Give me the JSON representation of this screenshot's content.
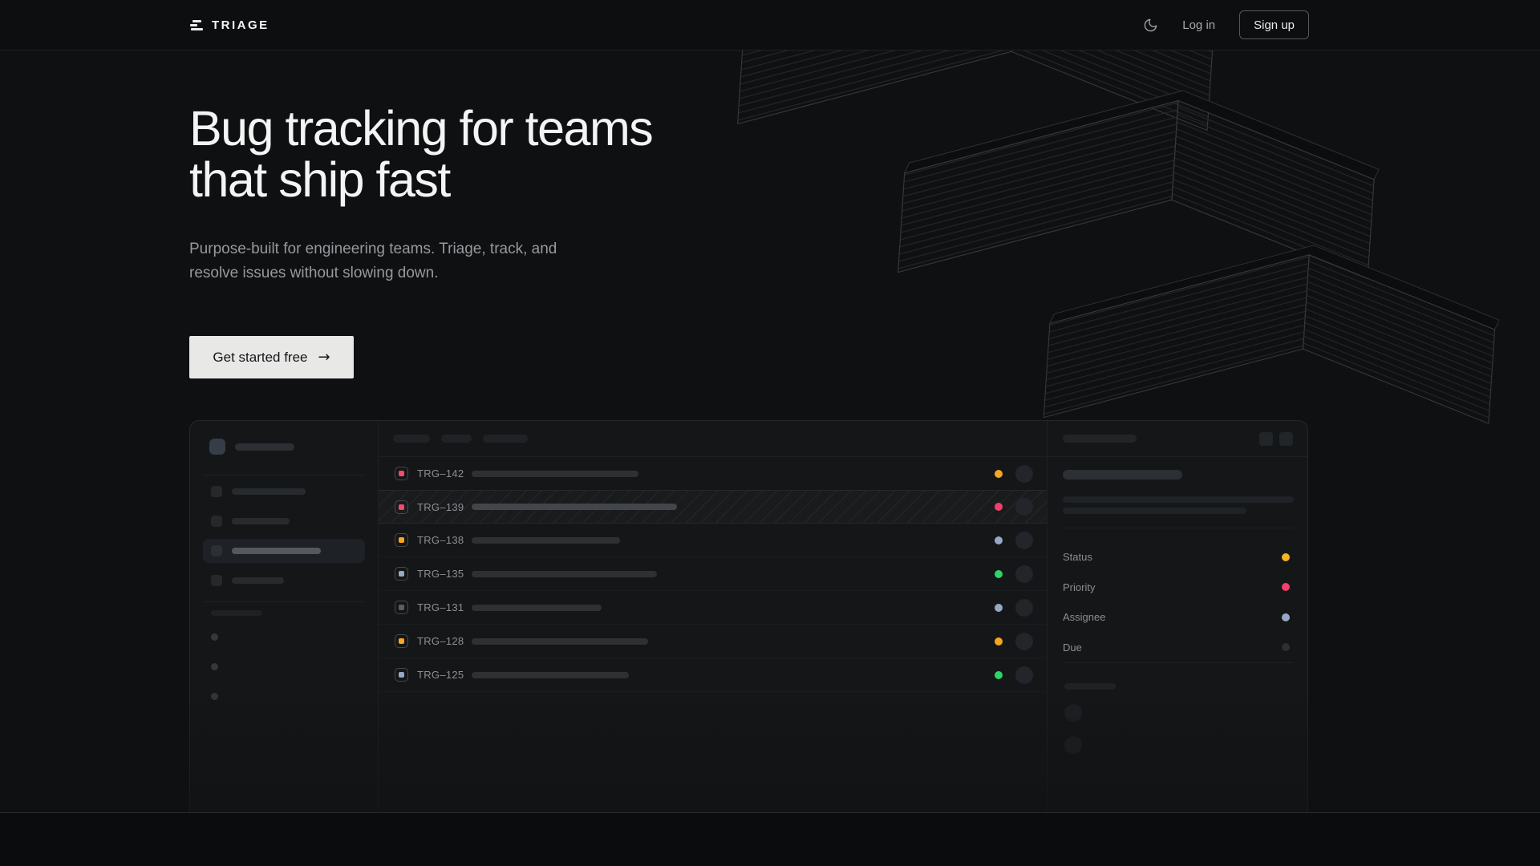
{
  "nav": {
    "brand": "TRIAGE",
    "login_label": "Log in",
    "signup_label": "Sign up",
    "theme_icon": "moon"
  },
  "hero": {
    "title_lines": [
      "Bug tracking for teams",
      "that ship fast"
    ],
    "subtitle_lines": [
      "Purpose-built for engineering teams. Triage, track, and",
      "resolve issues without slowing down."
    ],
    "cta_label": "Get started free",
    "cta_arrow": "→"
  },
  "mockup": {
    "issues": [
      {
        "id": "TRG–142",
        "icon_color": "#f14b6e",
        "dot_color": "#f5a623",
        "selected": false
      },
      {
        "id": "TRG–139",
        "icon_color": "#f14b6e",
        "dot_color": "#f43f6b",
        "selected": true
      },
      {
        "id": "TRG–138",
        "icon_color": "#f5a623",
        "dot_color": "#96a9c4",
        "selected": false
      },
      {
        "id": "TRG–135",
        "icon_color": "#96a9c4",
        "dot_color": "#2ed467",
        "selected": false
      },
      {
        "id": "TRG–131",
        "icon_color": "#5a5e63",
        "dot_color": "#96a9c4",
        "selected": false
      },
      {
        "id": "TRG–128",
        "icon_color": "#f5a623",
        "dot_color": "#f5a623",
        "selected": false
      },
      {
        "id": "TRG–125",
        "icon_color": "#96a9c4",
        "dot_color": "#2ed467",
        "selected": false
      }
    ],
    "detail_fields": [
      {
        "label": "Status",
        "dot_color": "#f5b324"
      },
      {
        "label": "Priority",
        "dot_color": "#f43f6b"
      },
      {
        "label": "Assignee",
        "dot_color": "#96a9c4"
      },
      {
        "label": "Due",
        "dot_color": "#2c2f33"
      }
    ]
  },
  "colors": {
    "page_bg": "#0f1012",
    "panel_bg": "#151618",
    "accent_amber": "#f5a623",
    "accent_pink": "#f43f6b",
    "accent_green": "#2ed467",
    "accent_blue": "#96a9c4",
    "cta_bg": "#e8e8e7"
  }
}
